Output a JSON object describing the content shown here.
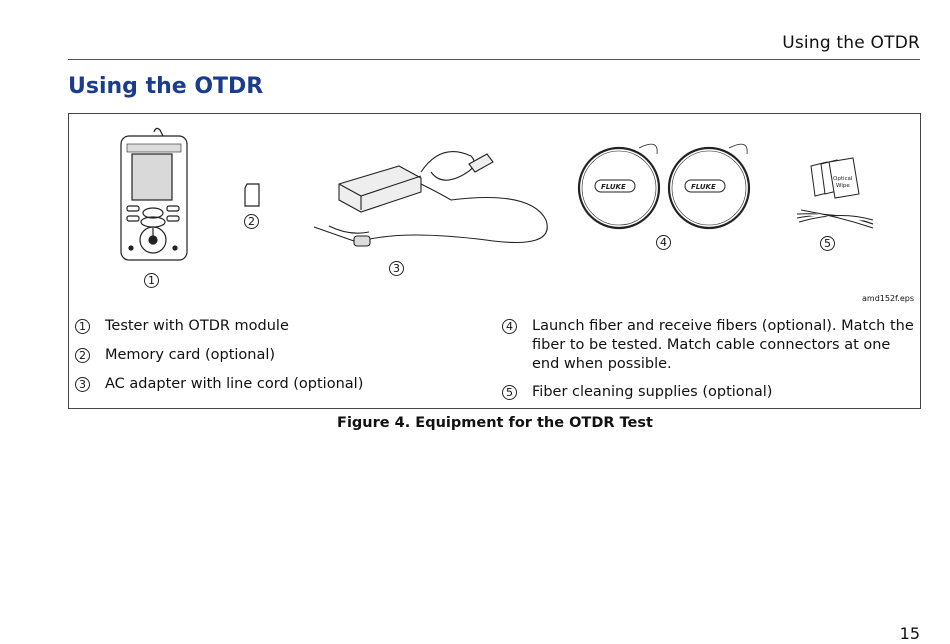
{
  "header": {
    "running_title": "Using the OTDR"
  },
  "section": {
    "title": "Using the OTDR"
  },
  "figure": {
    "eps_label": "amd152f.eps",
    "callouts": [
      "1",
      "2",
      "3",
      "4",
      "5"
    ],
    "fluke_labels": [
      "FLUKE",
      "FLUKE"
    ],
    "wipe_label_1": "Optical",
    "wipe_label_2": "Wipe",
    "legend": [
      {
        "num": "1",
        "text": "Tester with OTDR module"
      },
      {
        "num": "2",
        "text": "Memory card (optional)"
      },
      {
        "num": "3",
        "text": "AC adapter with line cord (optional)"
      },
      {
        "num": "4",
        "text": "Launch fiber and receive fibers (optional). Match the fiber to be tested. Match cable connectors at one end when possible."
      },
      {
        "num": "5",
        "text": "Fiber cleaning supplies (optional)"
      }
    ],
    "caption": "Figure 4. Equipment for the OTDR Test"
  },
  "footer": {
    "page_number": "15"
  }
}
